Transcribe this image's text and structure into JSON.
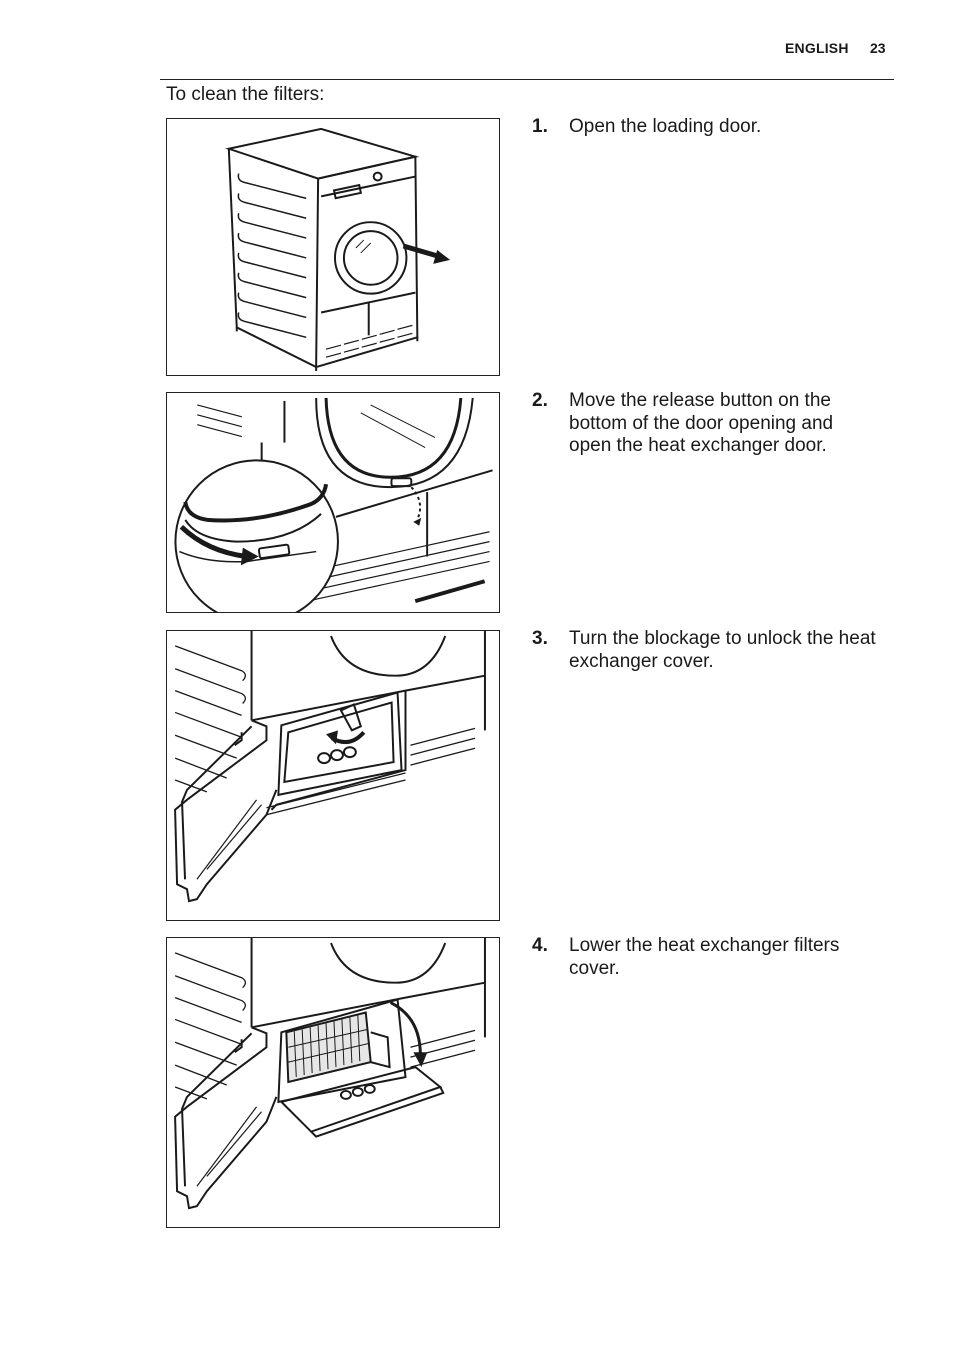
{
  "header": {
    "language": "ENGLISH",
    "page_number": "23"
  },
  "intro": "To clean the filters:",
  "steps": [
    {
      "number": "1.",
      "text": "Open the loading door."
    },
    {
      "number": "2.",
      "text": "Move the release button on the bottom of the door opening and open the heat exchanger door."
    },
    {
      "number": "3.",
      "text": "Turn the blockage to unlock the heat exchanger cover."
    },
    {
      "number": "4.",
      "text": "Lower the heat exchanger filters cover."
    }
  ],
  "colors": {
    "line": "#1a1a1a",
    "background": "#ffffff",
    "filter_fill": "#e6e6e6"
  }
}
